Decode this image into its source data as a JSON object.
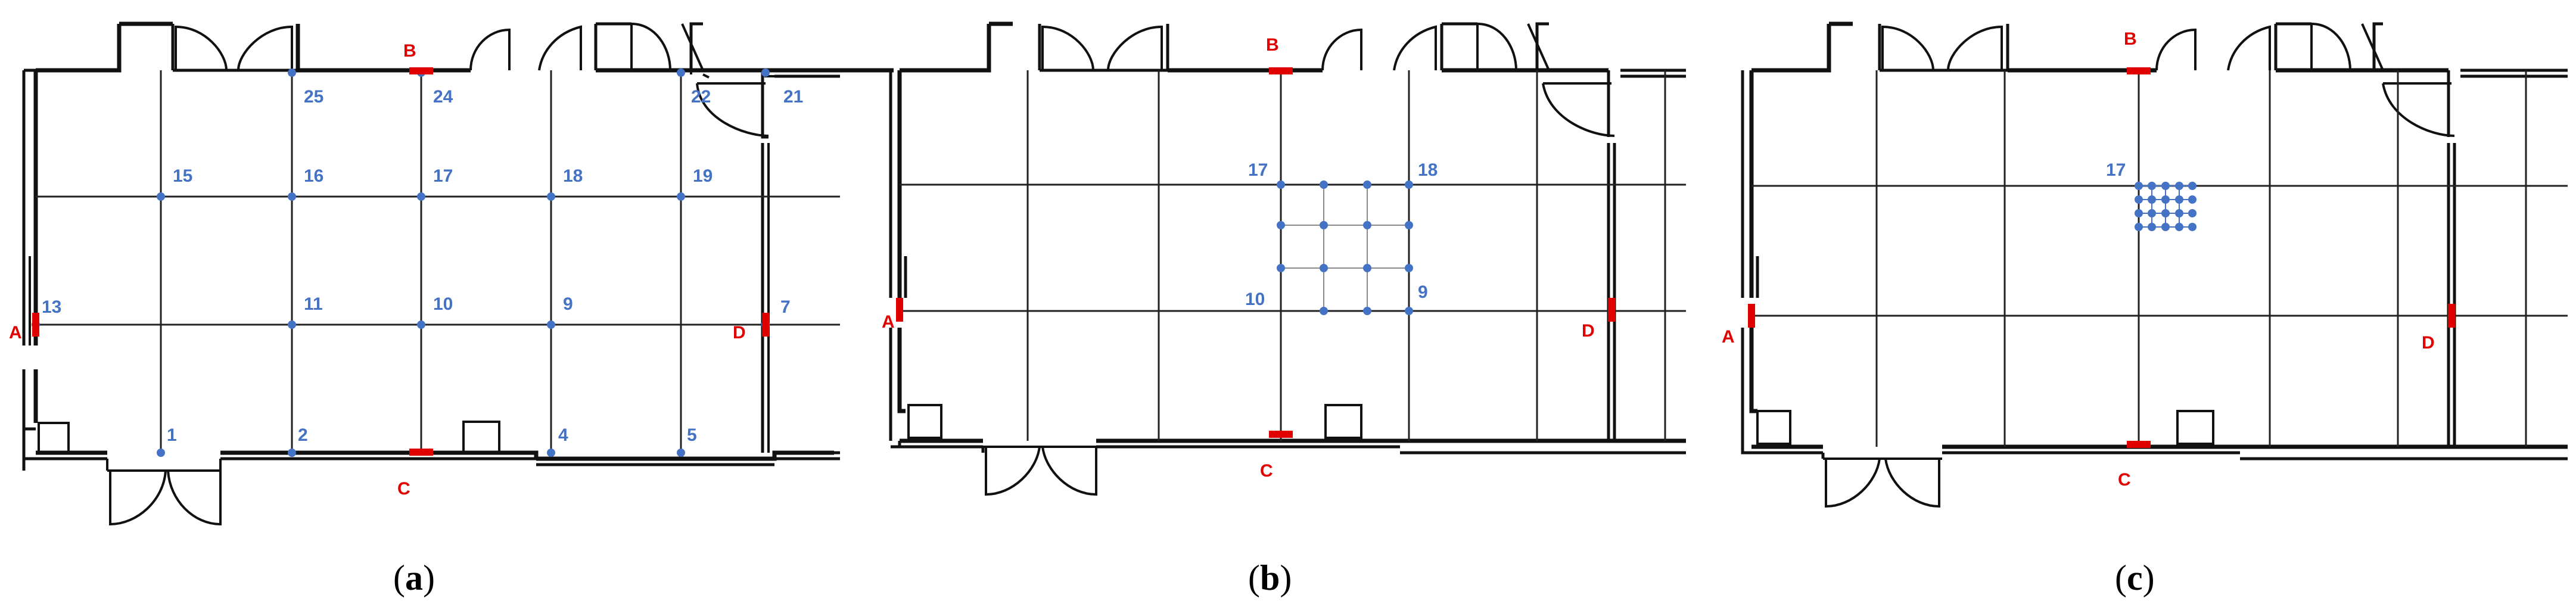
{
  "colors": {
    "wall": "#111111",
    "grid": "#222222",
    "point": "#4472c4",
    "ref": "#e00000"
  },
  "panels": [
    {
      "id": "a",
      "label": "a",
      "points": [
        {
          "label": "25"
        },
        {
          "label": "24"
        },
        {
          "label": "22"
        },
        {
          "label": "21"
        },
        {
          "label": "15"
        },
        {
          "label": "16"
        },
        {
          "label": "17"
        },
        {
          "label": "18"
        },
        {
          "label": "19"
        },
        {
          "label": "13"
        },
        {
          "label": "11"
        },
        {
          "label": "10"
        },
        {
          "label": "9"
        },
        {
          "label": "7"
        },
        {
          "label": "1"
        },
        {
          "label": "2"
        },
        {
          "label": "4"
        },
        {
          "label": "5"
        }
      ],
      "refs": [
        {
          "label": "A"
        },
        {
          "label": "B"
        },
        {
          "label": "C"
        },
        {
          "label": "D"
        }
      ]
    },
    {
      "id": "b",
      "label": "b",
      "points": [
        {
          "label": "17"
        },
        {
          "label": "18"
        },
        {
          "label": "10"
        },
        {
          "label": "9"
        }
      ],
      "refs": [
        {
          "label": "A"
        },
        {
          "label": "B"
        },
        {
          "label": "C"
        },
        {
          "label": "D"
        }
      ]
    },
    {
      "id": "c",
      "label": "c",
      "points": [
        {
          "label": "17"
        }
      ],
      "refs": [
        {
          "label": "A"
        },
        {
          "label": "B"
        },
        {
          "label": "C"
        },
        {
          "label": "D"
        }
      ]
    }
  ]
}
